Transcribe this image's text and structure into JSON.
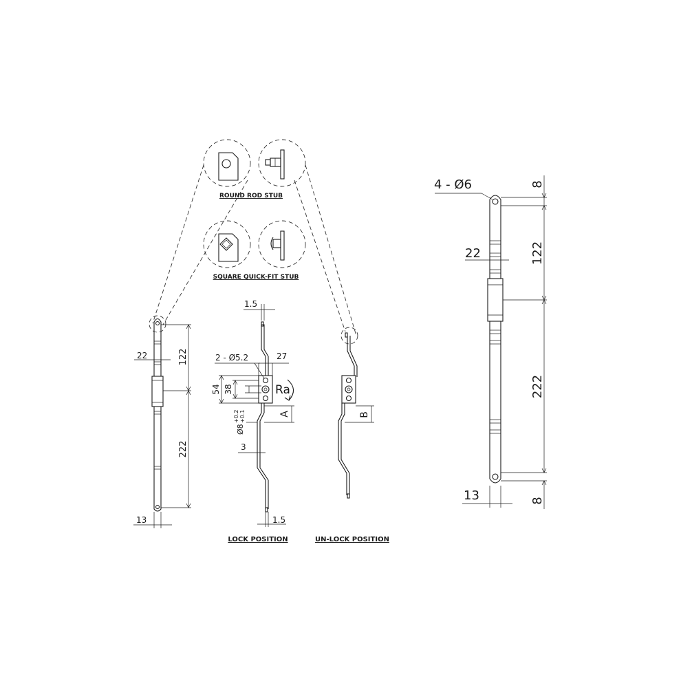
{
  "captions": {
    "round_rod_stub": "ROUND ROD STUB",
    "square_quick_fit_stub": "SQUARE QUICK-FIT STUB",
    "lock_position": "LOCK POSITION",
    "unlock_position": "UN-LOCK POSITION"
  },
  "left_view": {
    "dim_22": "22",
    "dim_122": "122",
    "dim_222": "222",
    "dim_13": "13"
  },
  "lock_view": {
    "dim_1_5_top": "1.5",
    "dim_holes": "2 - Ø5.2",
    "dim_27": "27",
    "dim_54": "54",
    "dim_38": "38",
    "label_ra": "Ra",
    "label_a": "A",
    "dim_bore": "Ø8",
    "dim_bore_tol_upper": "+0.2",
    "dim_bore_tol_lower": "+0.1",
    "dim_3": "3",
    "dim_1_5_bottom": "1.5"
  },
  "unlock_view": {
    "label_b": "B"
  },
  "right_view": {
    "dim_holes": "4 - Ø6",
    "dim_8_top": "8",
    "dim_22": "22",
    "dim_122": "122",
    "dim_222": "222",
    "dim_13": "13",
    "dim_8_bottom": "8"
  }
}
